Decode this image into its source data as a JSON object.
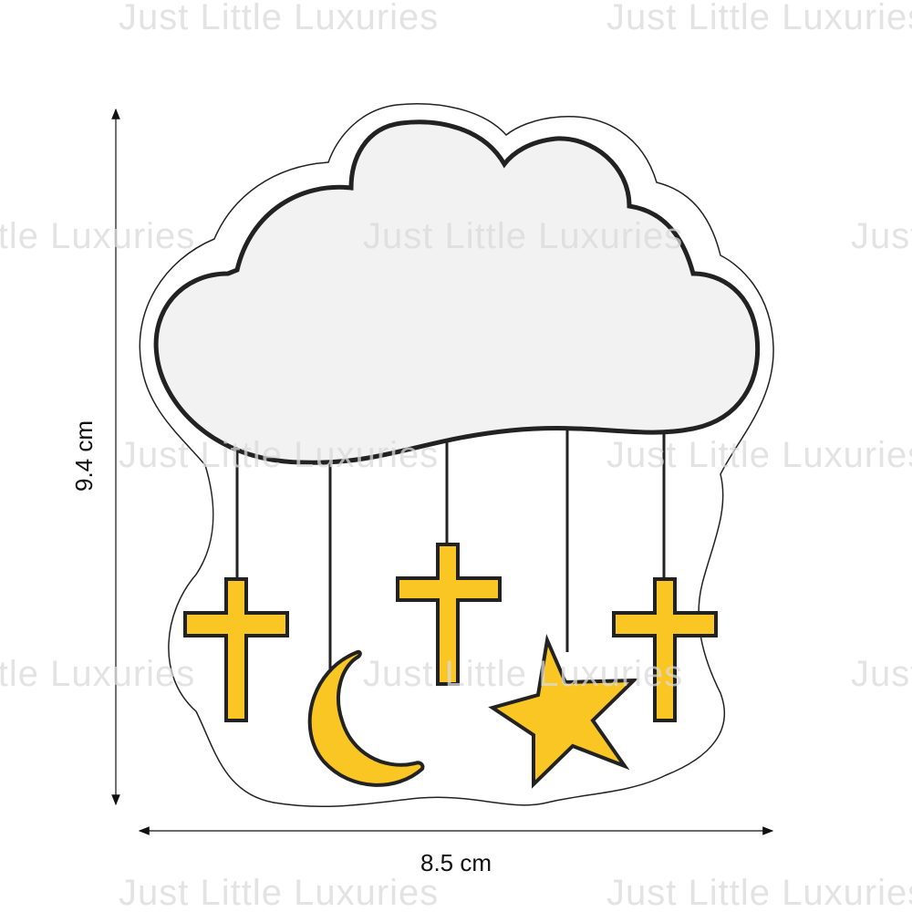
{
  "watermark": {
    "text": "Just Little Luxuries"
  },
  "dimensions": {
    "height_label": "9.4 cm",
    "width_label": "8.5 cm"
  },
  "colors": {
    "cloud_fill": "#f2f2f2",
    "charm_fill": "#f9c623",
    "outline": "#222222",
    "watermark": "#d9d9d9"
  }
}
